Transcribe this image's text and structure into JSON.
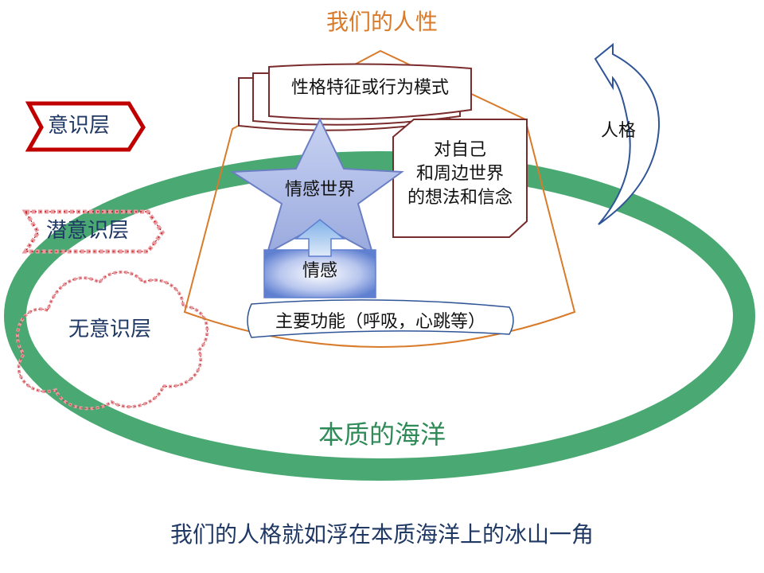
{
  "title": "我们的人性",
  "levels": {
    "conscious": "意识层",
    "subconscious": "潜意识层",
    "unconscious": "无意识层"
  },
  "elements": {
    "traits": "性格特征或行为模式",
    "beliefs": [
      "对自己",
      "和周边世界",
      "的想法和信念"
    ],
    "emotional_world": "情感世界",
    "emotion": "情感",
    "functions": "主要功能（呼吸，心跳等）"
  },
  "side_label": "人格",
  "ocean": "本质的海洋",
  "caption": "我们的人格就如浮在本质海洋上的冰山一角",
  "colors": {
    "ocean_ring": "#4aa872",
    "ocean_text": "#2e8b57",
    "iceberg_outline": "#d87b2a",
    "box_outline": "#7a2b2b",
    "star_fill": "#a9b7e6",
    "star_stroke": "#6b7fc4",
    "arrow_stroke": "#2f5597",
    "conscious_tag": "#c00000",
    "text_dark": "#1f3864"
  }
}
